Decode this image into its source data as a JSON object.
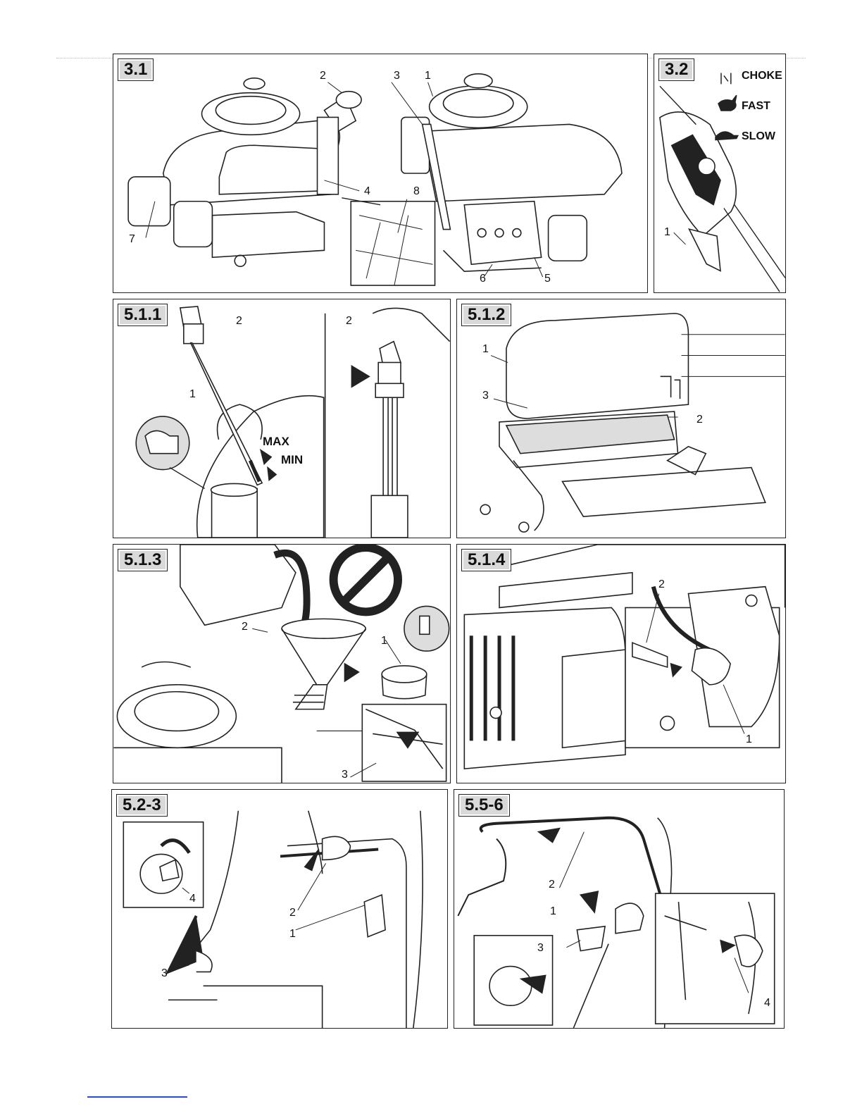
{
  "panels": {
    "p31": {
      "tag": "3.1",
      "callouts": [
        "2",
        "3",
        "1",
        "4",
        "8",
        "7",
        "6",
        "5"
      ]
    },
    "p32": {
      "tag": "3.2",
      "choke": "CHOKE",
      "fast": "FAST",
      "slow": "SLOW",
      "callouts": [
        "1"
      ]
    },
    "p511": {
      "tag": "5.1.1",
      "max": "MAX",
      "min": "MIN",
      "callouts": [
        "2",
        "1",
        "2"
      ]
    },
    "p512": {
      "tag": "5.1.2",
      "callouts": [
        "1",
        "3",
        "2"
      ]
    },
    "p513": {
      "tag": "5.1.3",
      "callouts": [
        "2",
        "1",
        "3"
      ]
    },
    "p514": {
      "tag": "5.1.4",
      "callouts": [
        "2",
        "1"
      ]
    },
    "p523": {
      "tag": "5.2-3",
      "callouts": [
        "4",
        "2",
        "1",
        "3"
      ]
    },
    "p556": {
      "tag": "5.5-6",
      "callouts": [
        "2",
        "1",
        "3",
        "4"
      ]
    }
  },
  "colors": {
    "line": "#222222",
    "label_bg": "#d9d9d9",
    "footer_link": "#2b4bd6"
  }
}
